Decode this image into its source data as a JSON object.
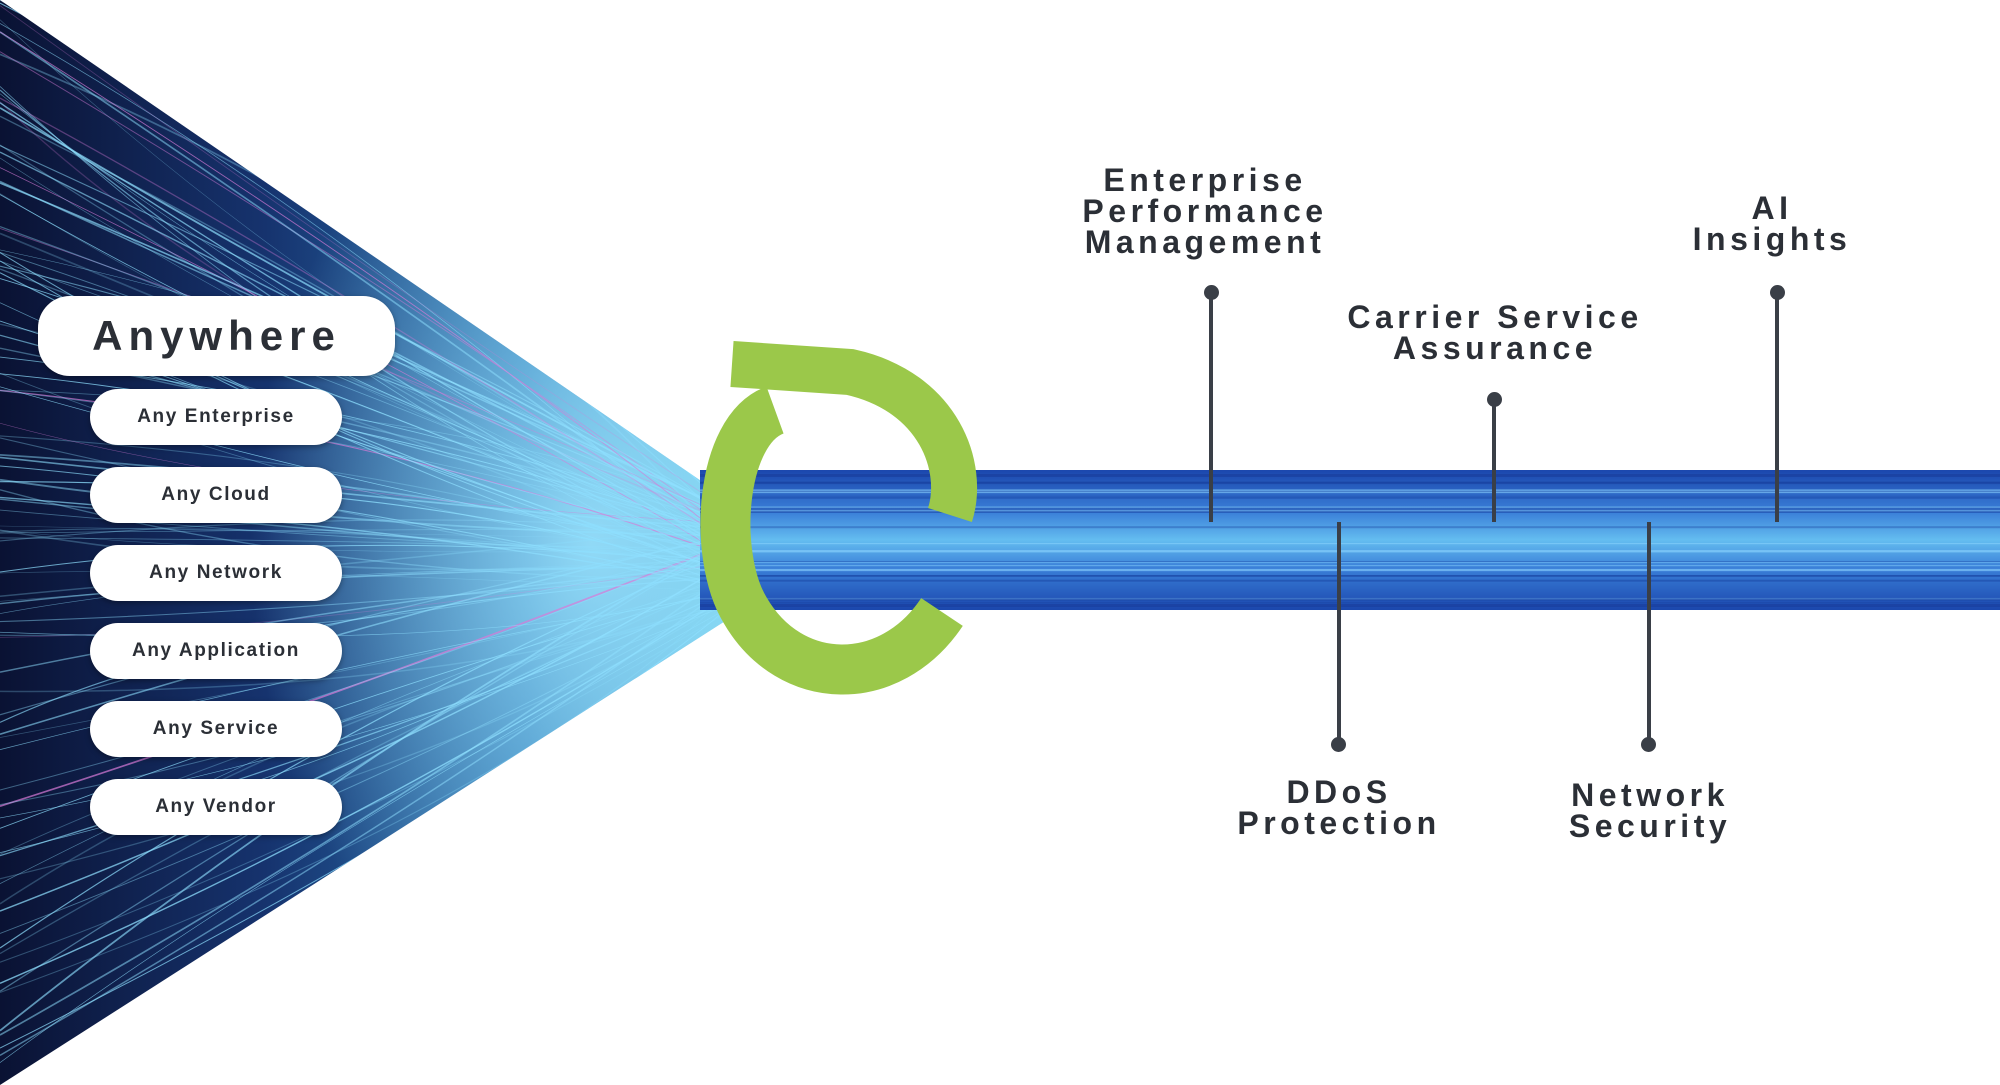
{
  "diagram": {
    "headline": "Anywhere",
    "sources": [
      "Any Enterprise",
      "Any Cloud",
      "Any Network",
      "Any Application",
      "Any Service",
      "Any Vendor"
    ],
    "outputs_top": [
      {
        "text": "Enterprise\nPerformance\nManagement"
      },
      {
        "text": "Carrier Service\nAssurance"
      },
      {
        "text": "AI\nInsights"
      }
    ],
    "outputs_bottom": [
      {
        "text": "DDoS\nProtection"
      },
      {
        "text": "Network\nSecurity"
      }
    ]
  },
  "colors": {
    "funnel_dark": "#0b1538",
    "funnel_mid": "#1e4d8f",
    "funnel_light": "#6fd3f0",
    "pipe_dark": "#1e4fb8",
    "pipe_light": "#4fa8ea",
    "ring_green": "#9bc84a",
    "text_dark": "#2b2f36"
  }
}
